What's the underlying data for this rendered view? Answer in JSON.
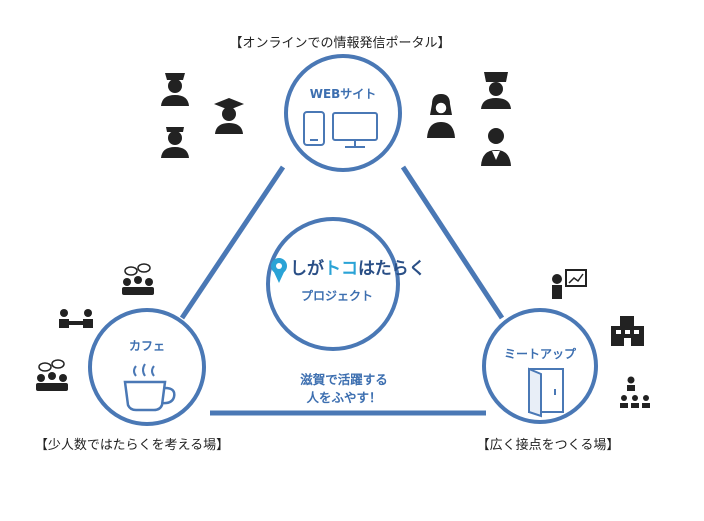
{
  "colors": {
    "accent": "#4a78b5",
    "dark": "#222222",
    "logo_dark": "#2a4f86",
    "logo_light": "#2aa3d6"
  },
  "labels": {
    "web_portal": "【オンラインでの情報発信ポータル】",
    "cafe_place": "【少人数ではたらくを考える場】",
    "meetup_place": "【広く接点をつくる場】"
  },
  "nodes": {
    "web": {
      "title": "WEBサイト",
      "icons": [
        "smartphone-icon",
        "monitor-icon"
      ]
    },
    "cafe": {
      "title": "カフェ",
      "icons": [
        "coffee-cup-icon"
      ]
    },
    "meetup": {
      "title": "ミートアップ",
      "icons": [
        "door-icon"
      ]
    }
  },
  "center": {
    "logo_part1": "しが",
    "logo_part2": "トコ",
    "logo_part3": "はたらく",
    "subtitle": "プロジェクト"
  },
  "slogan": {
    "line1": "滋賀で活躍する",
    "line2": "人をふやす！"
  },
  "people_icons": {
    "web_left": [
      "police-officer-icon",
      "graduate-icon",
      "nurse-icon"
    ],
    "web_right": [
      "businesswoman-icon",
      "chef-icon",
      "doctor-icon"
    ],
    "cafe_side": [
      "group-chat-icon",
      "meeting-table-icon",
      "group-chat-icon"
    ],
    "meetup_side": [
      "presentation-icon",
      "building-icon",
      "seminar-icon"
    ]
  }
}
